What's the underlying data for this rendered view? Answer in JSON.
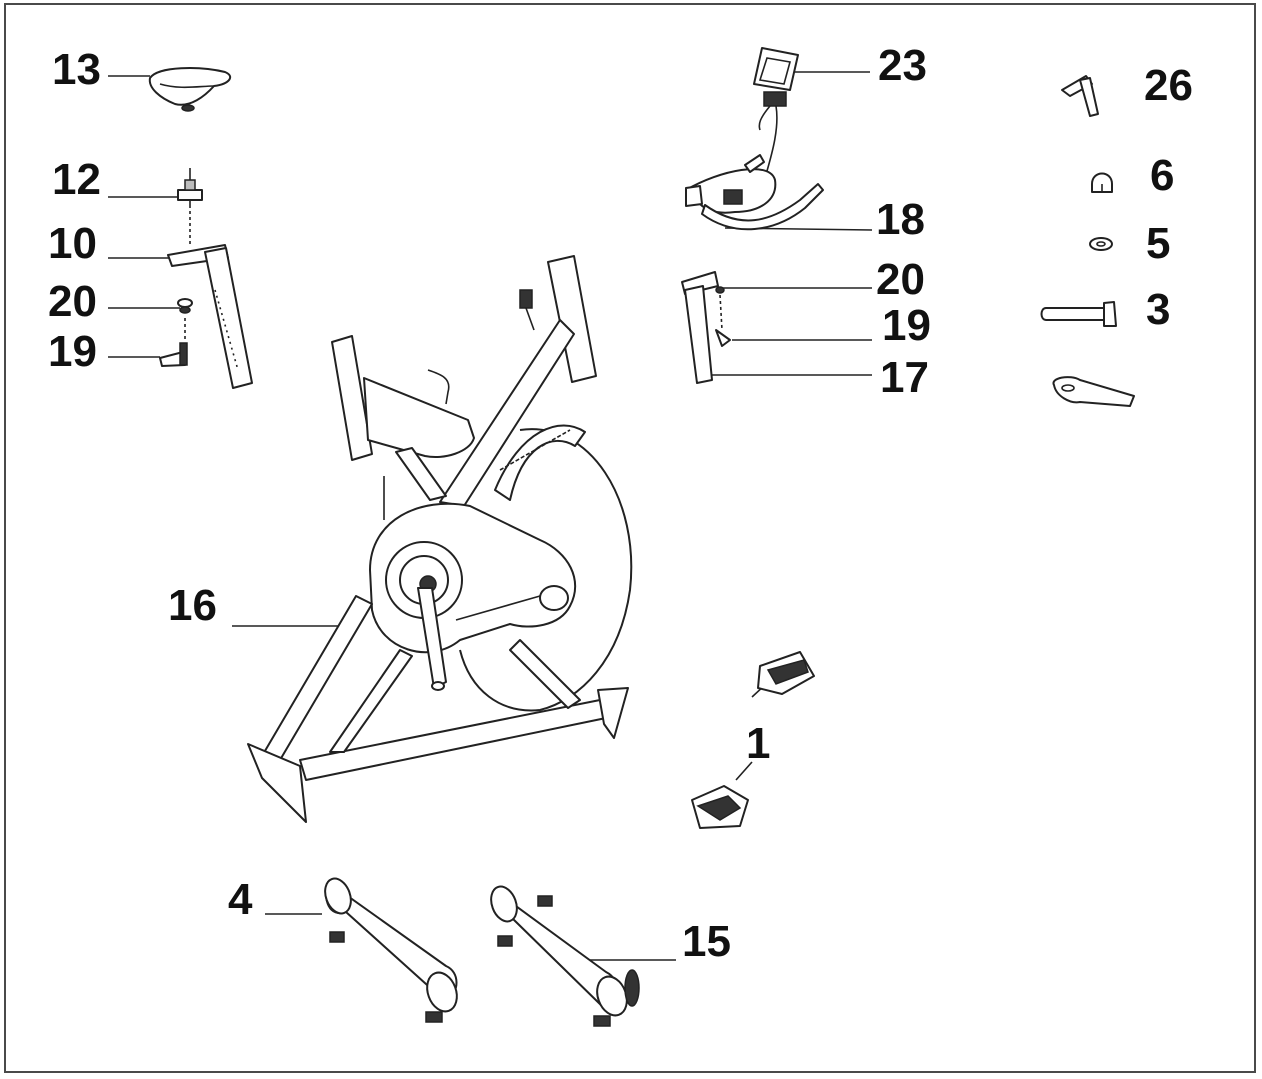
{
  "colors": {
    "line": "#222222",
    "frame": "#4a4a4a",
    "background": "#ffffff"
  },
  "callouts": [
    {
      "id": "seat",
      "text": "13"
    },
    {
      "id": "seat-adjuster",
      "text": "12"
    },
    {
      "id": "seat-slider",
      "text": "10"
    },
    {
      "id": "washer-left",
      "text": "20"
    },
    {
      "id": "knob-left",
      "text": "19"
    },
    {
      "id": "main-frame",
      "text": "16"
    },
    {
      "id": "computer",
      "text": "23"
    },
    {
      "id": "handlebar",
      "text": "18"
    },
    {
      "id": "washer-right",
      "text": "20"
    },
    {
      "id": "knob-right",
      "text": "19"
    },
    {
      "id": "handlebar-post",
      "text": "17"
    },
    {
      "id": "hex-key",
      "text": "26"
    },
    {
      "id": "cap-nut",
      "text": "6"
    },
    {
      "id": "washer",
      "text": "5"
    },
    {
      "id": "bolt",
      "text": "3"
    },
    {
      "id": "pedals",
      "text": "1"
    },
    {
      "id": "front-stabilizer",
      "text": "4"
    },
    {
      "id": "rear-stabilizer",
      "text": "15"
    }
  ]
}
